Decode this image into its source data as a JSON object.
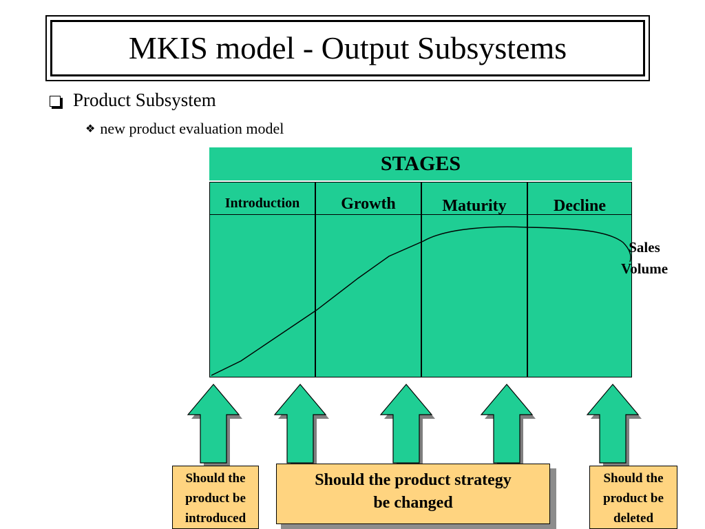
{
  "slide": {
    "title": "MKIS model - Output Subsystems",
    "bullet_level1": "Product Subsystem",
    "bullet_level2": "new product evaluation model"
  },
  "diagram": {
    "header": "STAGES",
    "stages": [
      "Introduction",
      "Growth",
      "Maturity",
      "Decline"
    ],
    "curve_label_line1": "Sales",
    "curve_label_line2": "Volume",
    "boxes": {
      "left": [
        "Should the",
        "product be",
        "introduced"
      ],
      "middle": [
        "Should the product strategy",
        "be changed"
      ],
      "right": [
        "Should the",
        "product be",
        "deleted"
      ]
    }
  },
  "colors": {
    "stage_fill": "#1fce94",
    "box_fill": "#ffd480",
    "arrow_fill": "#1fce94"
  },
  "icons": {
    "level1_bullet": "hollow-square-bullet-icon",
    "level2_bullet": "four-diamond-bullet-icon",
    "arrows": "up-arrow-icon"
  }
}
